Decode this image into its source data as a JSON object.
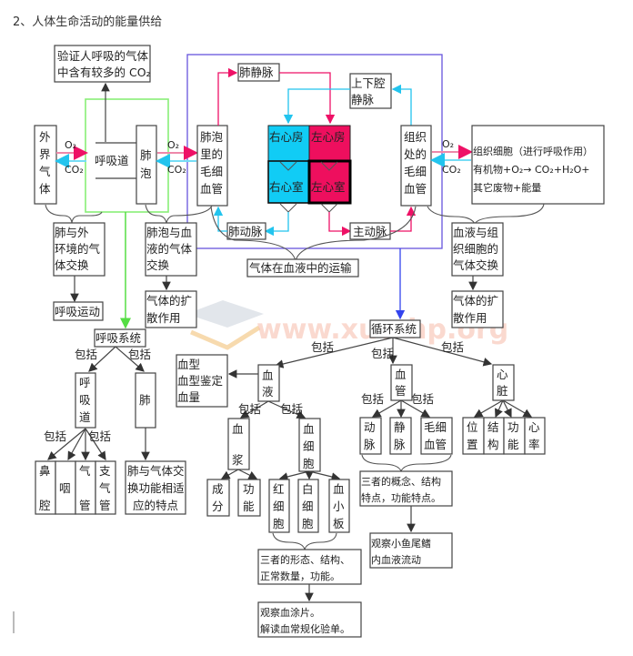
{
  "title": "2、人体生命活动的能量供给",
  "colors": {
    "oxygen_arrow": "#ee1166",
    "co2_arrow": "#22c4ee",
    "right_heart": "#11ccf5",
    "left_heart": "#ee0f5e",
    "respiratory_frame": "#88ee77",
    "circulation_frame": "#6655dd",
    "watermark": "#f08a6e"
  },
  "watermark": "www.xue-hp.org",
  "top": {
    "verify_co2": [
      "验证人呼吸的气体",
      "中含有较多的 CO₂"
    ],
    "outside_air": [
      "外",
      "界",
      "气",
      "体"
    ],
    "airway": "呼吸道",
    "alveoli": [
      "肺",
      "泡"
    ],
    "alveolar_capillary": [
      "肺泡",
      "里的",
      "毛细",
      "血管"
    ],
    "pulmonary_vein": "肺静脉",
    "vena_cava": [
      "上下腔",
      "静脉"
    ],
    "right_atrium": "右心房",
    "left_atrium": "左心房",
    "right_ventricle": "右心室",
    "left_ventricle": "左心室",
    "tissue_capillary": [
      "组织",
      "处的",
      "毛细",
      "血管"
    ],
    "tissue_cells": [
      "组织细胞（进行呼吸作用）",
      "有机物+O₂→ CO₂+H₂O+",
      "其它废物+能量"
    ],
    "pulmonary_artery": "肺动脉",
    "aorta": "主动脉",
    "o2": "O₂",
    "co2": "CO₂"
  },
  "middle": {
    "lung_external_exchange": [
      "肺与外",
      "环境的气",
      "体交换"
    ],
    "alveoli_blood_exchange": [
      "肺泡与血",
      "液的气体",
      "交换"
    ],
    "blood_tissue_exchange": [
      "血液与组",
      "织细胞的",
      "气体交换"
    ],
    "gas_transport": "气体在血液中的运输",
    "breathing_movement": "呼吸运动",
    "diffusion_1": [
      "气体的扩",
      "散作用"
    ],
    "diffusion_2": [
      "气体的扩",
      "散作用"
    ]
  },
  "respiratory": {
    "system": "呼吸系统",
    "includes": "包括",
    "airway": [
      "呼",
      "吸",
      "道"
    ],
    "lung": "肺",
    "parts": [
      {
        "name": [
          "鼻",
          "腔"
        ]
      },
      {
        "name": [
          "咽"
        ]
      },
      {
        "name": [
          "气",
          "管"
        ]
      },
      {
        "name": [
          "支",
          "气",
          "管"
        ]
      }
    ],
    "lung_note": [
      "肺与气体交",
      "换功能相适",
      "应的特点"
    ]
  },
  "circulatory": {
    "system": "循环系统",
    "includes": "包括",
    "blood": [
      "血",
      "液"
    ],
    "blood_types": [
      "血型",
      "血型鉴定",
      "血量"
    ],
    "plasma": [
      "血",
      "浆"
    ],
    "plasma_parts": [
      [
        "成",
        "分"
      ],
      [
        "功",
        "能"
      ]
    ],
    "blood_cells": [
      "血",
      "细",
      "胞"
    ],
    "cell_types": [
      [
        "红",
        "细",
        "胞"
      ],
      [
        "白",
        "细",
        "胞"
      ],
      [
        "血",
        "小",
        "板"
      ]
    ],
    "cell_note": [
      "三者的形态、结构、",
      "正常数量，功能。"
    ],
    "smear_note": [
      "观察血涂片。",
      "解读血常规化验单。"
    ],
    "vessels": [
      "血",
      "管"
    ],
    "vessel_types": [
      [
        "动",
        "脉"
      ],
      [
        "静",
        "脉"
      ],
      [
        "毛细",
        "血管"
      ]
    ],
    "vessel_note": [
      "三者的概念、结构",
      "特点，功能特点。"
    ],
    "fish_note": [
      "观察小鱼尾鳍",
      "内血液流动"
    ],
    "heart": [
      "心",
      "脏"
    ],
    "heart_parts": [
      [
        "位",
        "置"
      ],
      [
        "结",
        "构"
      ],
      [
        "功",
        "能"
      ],
      [
        "心",
        "率"
      ]
    ]
  }
}
